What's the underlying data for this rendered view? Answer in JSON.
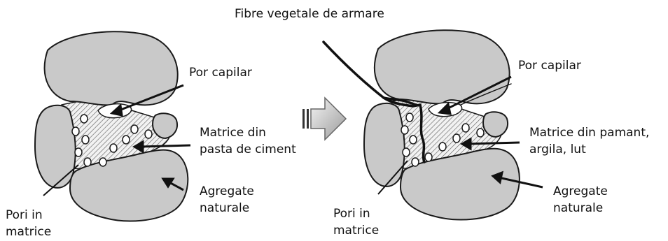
{
  "title": "Fibre vegetale de armare",
  "left_panel": {
    "pore_label": "Por capilar",
    "matrix_label": [
      "Matrice din",
      "pasta de ciment"
    ],
    "aggregate_label": [
      "Agregate",
      "naturale"
    ],
    "matrix_pores_label": [
      "Pori in",
      "matrice"
    ]
  },
  "right_panel": {
    "pore_label": "Por capilar",
    "matrix_label": [
      "Matrice din pamant,",
      "argila, lut"
    ],
    "aggregate_label": [
      "Agregate",
      "naturale"
    ],
    "matrix_pores_label": [
      "Pori in",
      "matrice"
    ]
  },
  "colors": {
    "aggregate_fill": "#c9c9c9",
    "outline": "#1a1a1a",
    "matrix_hatch": "#555555",
    "pore_fill": "#ffffff"
  }
}
